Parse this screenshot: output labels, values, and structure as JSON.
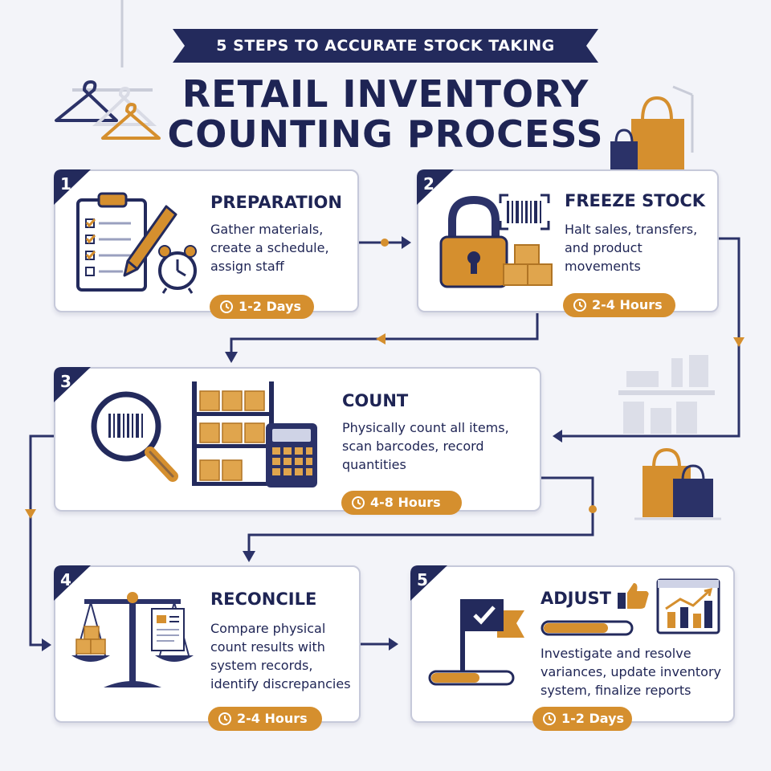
{
  "header": {
    "banner": "5 STEPS TO ACCURATE STOCK TAKING",
    "title_line1": "RETAIL INVENTORY",
    "title_line2": "COUNTING PROCESS"
  },
  "steps": [
    {
      "number": "1",
      "title": "PREPARATION",
      "description": "Gather materials, create a schedule, assign staff",
      "duration": "1-2 Days"
    },
    {
      "number": "2",
      "title": "FREEZE STOCK",
      "description": "Halt sales, transfers, and product movements",
      "duration": "2-4 Hours"
    },
    {
      "number": "3",
      "title": "COUNT",
      "description": "Physically count all items, scan barcodes, record quantities",
      "duration": "4-8 Hours"
    },
    {
      "number": "4",
      "title": "RECONCILE",
      "description": "Compare physical count results with system records, identify discrepancies",
      "duration": "2-4 Hours"
    },
    {
      "number": "5",
      "title": "ADJUST",
      "description": "Investigate and resolve variances, update inventory system, finalize reports",
      "duration": "1-2 Days"
    }
  ],
  "colors": {
    "navy": "#232a5c",
    "orange": "#d58f2e",
    "background": "#f3f4f9"
  },
  "icons": [
    "hanger-icon",
    "shopping-bag-icon",
    "clipboard-icon",
    "pencil-icon",
    "alarm-clock-icon",
    "padlock-icon",
    "barcode-icon",
    "box-icon",
    "magnifier-icon",
    "shelf-icon",
    "calculator-icon",
    "scale-icon",
    "document-icon",
    "flag-icon",
    "thumbs-up-icon",
    "bar-chart-icon",
    "clock-icon"
  ]
}
